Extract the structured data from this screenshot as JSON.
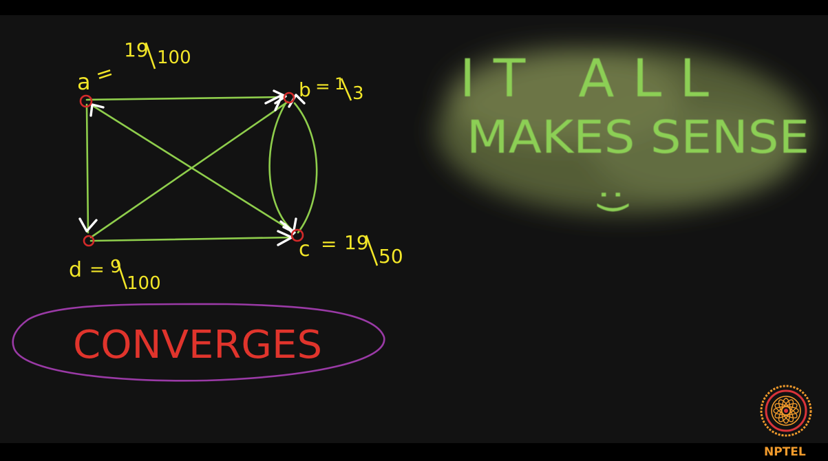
{
  "graph": {
    "nodes": [
      {
        "id": "a",
        "label": "a = 19/100"
      },
      {
        "id": "b",
        "label": "b = 1/3"
      },
      {
        "id": "c",
        "label": "c = 19/50"
      },
      {
        "id": "d",
        "label": "d = 9/100"
      }
    ],
    "edges": [
      {
        "from": "a",
        "to": "b"
      },
      {
        "from": "a",
        "to": "c"
      },
      {
        "from": "a",
        "to": "d"
      },
      {
        "from": "c",
        "to": "a"
      },
      {
        "from": "d",
        "to": "b"
      },
      {
        "from": "d",
        "to": "c"
      },
      {
        "from": "b",
        "to": "c"
      },
      {
        "from": "c",
        "to": "b"
      }
    ],
    "value_labels": {
      "a": {
        "name": "a",
        "eq": "=",
        "num": "19",
        "den": "100"
      },
      "b": {
        "name": "b",
        "eq": "=",
        "num": "1",
        "den": "3"
      },
      "c": {
        "name": "c",
        "eq": "=",
        "num": "19",
        "den": "50"
      },
      "d": {
        "name": "d",
        "eq": "=",
        "num": "9",
        "den": "100"
      }
    }
  },
  "annotation": {
    "text": "CONVERGES"
  },
  "message": {
    "line1": "IT ALL",
    "line2": "MAKES SENSE",
    "smiley": ":)"
  },
  "logo": {
    "text": "NPTEL"
  },
  "colors": {
    "edge": "#8fce4c",
    "arrowhead": "#ffffff",
    "node": "#d42a2a",
    "label": "#f2e628",
    "converges": "#e0342c",
    "ellipse": "#9a3aa6",
    "message": "#8ccf55",
    "glow": "#6f7a48",
    "board": "#121212",
    "logo_text": "#f29b2c"
  }
}
